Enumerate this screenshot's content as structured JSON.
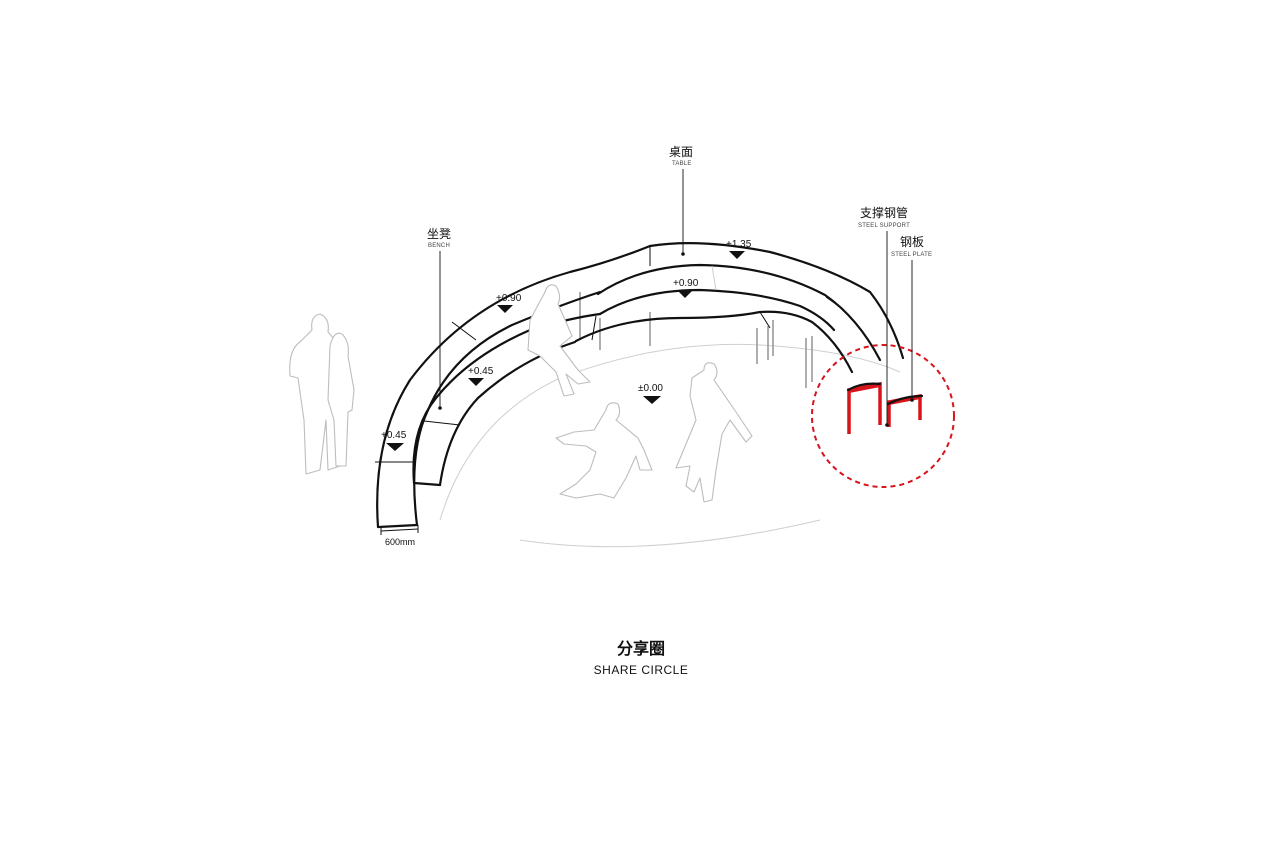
{
  "labels": {
    "table": {
      "cn": "桌面",
      "en": "TABLE"
    },
    "bench": {
      "cn": "坐凳",
      "en": "BENCH"
    },
    "steel_support": {
      "cn": "支撑钢管",
      "en": "STEEL SUPPORT"
    },
    "steel_plate": {
      "cn": "钢板",
      "en": "STEEL PLATE"
    }
  },
  "levels": {
    "table_top": "+1.35",
    "upper_back": "+0.90",
    "mid_back": "+0.90",
    "inner_seat": "+0.45",
    "outer_seat": "+0.45",
    "ground": "±0.00"
  },
  "dimension": "600mm",
  "title": {
    "cn": "分享圈",
    "en": "SHARE CIRCLE"
  },
  "colors": {
    "line": "#111111",
    "highlight": "#d8141b",
    "figure": "#bdbdbd"
  }
}
